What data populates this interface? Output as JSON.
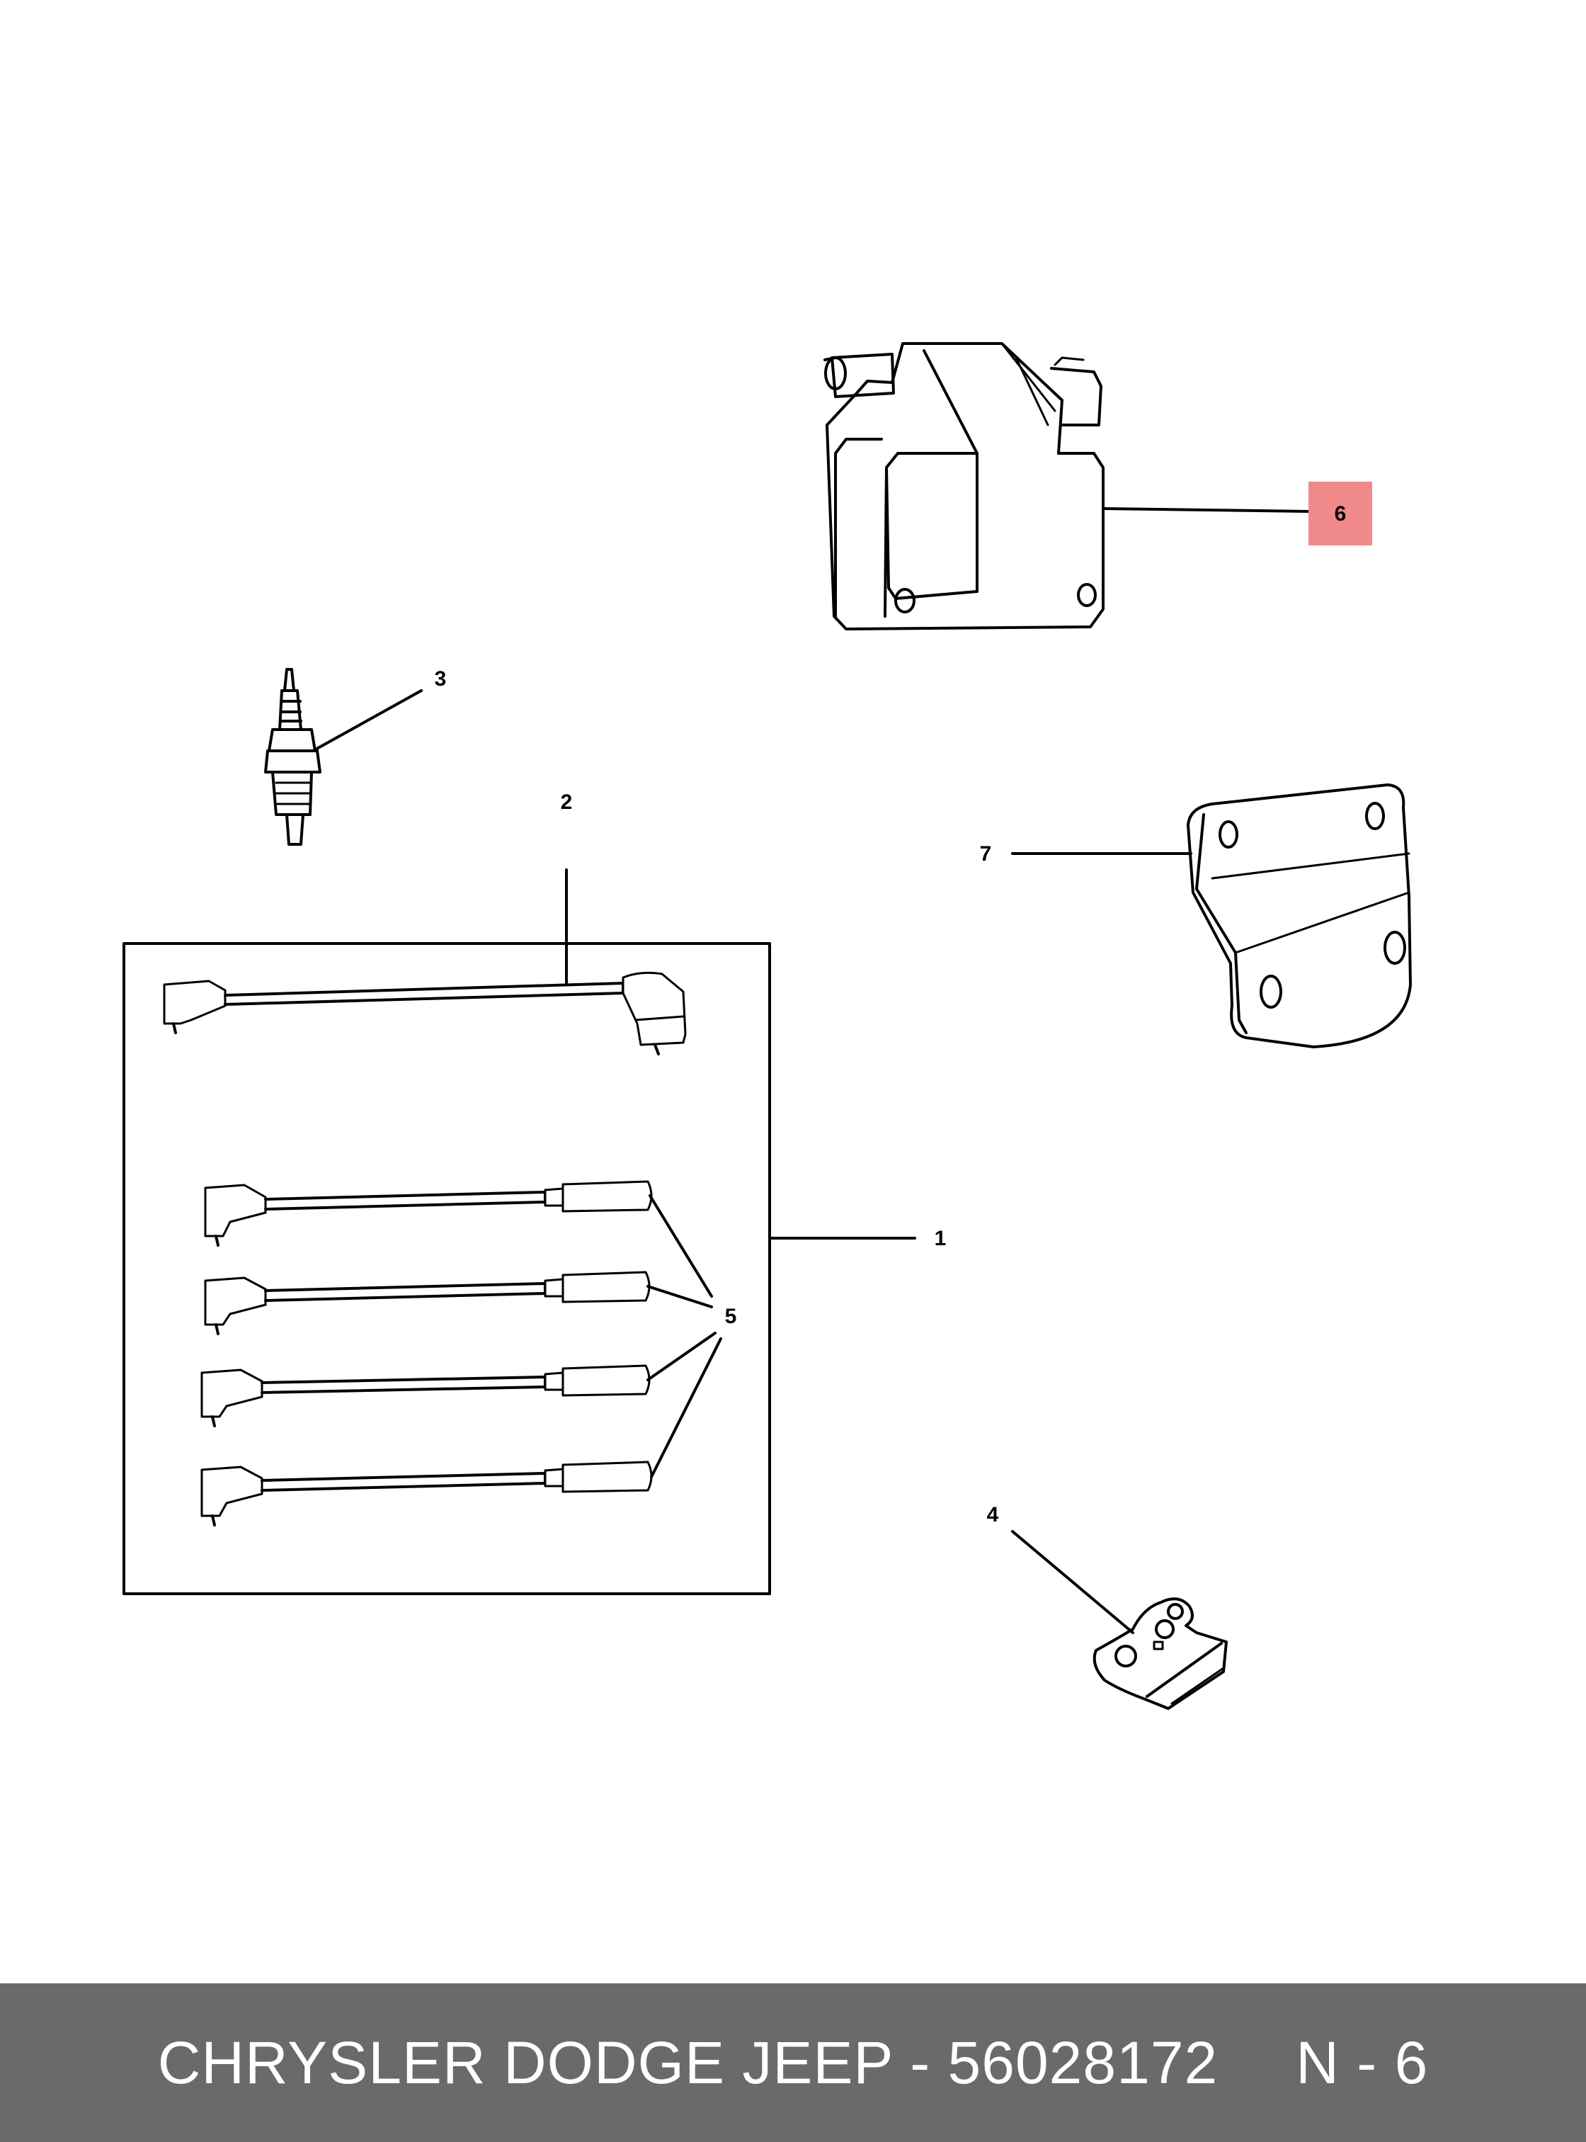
{
  "diagram": {
    "callouts": [
      "1",
      "2",
      "3",
      "4",
      "5",
      "6",
      "7"
    ],
    "highlighted_callout": "6",
    "highlight_color": "#f08a8a"
  },
  "footer": {
    "part_text": "CHRYSLER DODGE JEEP - 56028172",
    "page_code": "N - 6",
    "background_color": "#6a6a6a"
  }
}
